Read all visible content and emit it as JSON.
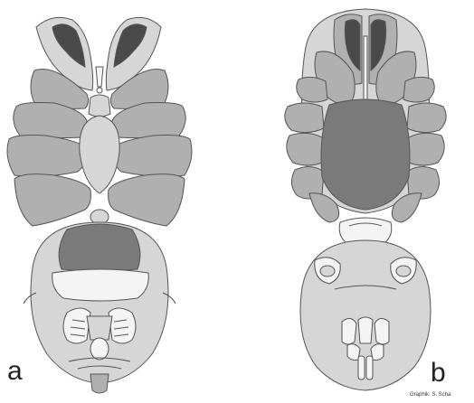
{
  "figure": {
    "panel_a_label": "a",
    "panel_b_label": "b",
    "credit": "Graphik: S. Scha"
  },
  "colors": {
    "light_fill": "#d6d6d6",
    "mid_fill": "#b0b0b0",
    "dark_fill": "#7a7a7a",
    "darkest_fill": "#4a4a4a",
    "white_fill": "#f4f4f4",
    "outline": "#555555"
  }
}
